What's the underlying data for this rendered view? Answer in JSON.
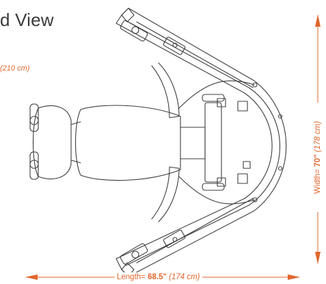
{
  "heading": {
    "text": "d View"
  },
  "dimensions": {
    "height_note": "(210 cm)",
    "length_prefix": "Length= ",
    "length_value": "68.5\"",
    "length_metric": " (174 cm)",
    "width_prefix": "Width= ",
    "width_value": "70\"",
    "width_metric": " (178 cm)"
  },
  "colors": {
    "accent": "#e0662c",
    "line": "#3b3b3b",
    "text": "#3a3a3a"
  }
}
